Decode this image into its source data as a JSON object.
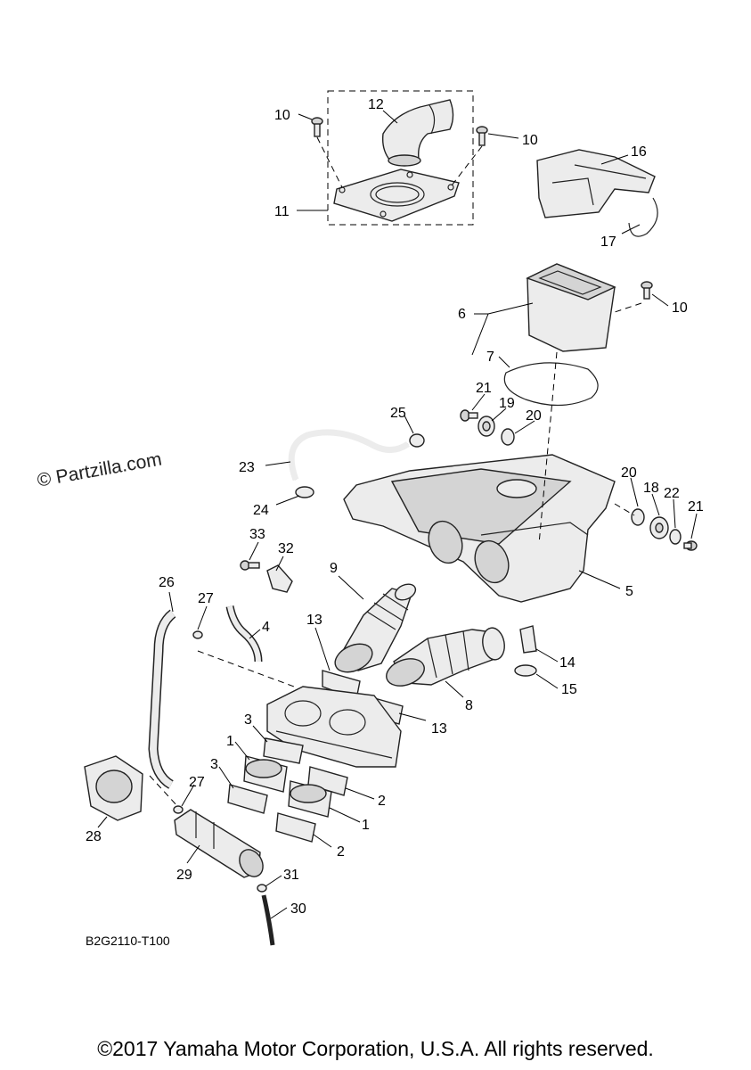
{
  "watermark": "© Partzilla.com",
  "diagram_code": "B2G2110-T100",
  "copyright": "©2017 Yamaha Motor Corporation, U.S.A. All rights reserved.",
  "callouts": {
    "c1a": "1",
    "c1b": "1",
    "c2a": "2",
    "c2b": "2",
    "c3a": "3",
    "c3b": "3",
    "c4": "4",
    "c5": "5",
    "c6": "6",
    "c7": "7",
    "c8": "8",
    "c9": "9",
    "c10a": "10",
    "c10b": "10",
    "c10c": "10",
    "c11": "11",
    "c12": "12",
    "c13a": "13",
    "c13b": "13",
    "c14": "14",
    "c15": "15",
    "c16": "16",
    "c17": "17",
    "c18": "18",
    "c19": "19",
    "c20a": "20",
    "c20b": "20",
    "c21a": "21",
    "c21b": "21",
    "c22": "22",
    "c23": "23",
    "c24": "24",
    "c25": "25",
    "c26": "26",
    "c27a": "27",
    "c27b": "27",
    "c28": "28",
    "c29": "29",
    "c30": "30",
    "c31": "31",
    "c32": "32",
    "c33": "33"
  }
}
